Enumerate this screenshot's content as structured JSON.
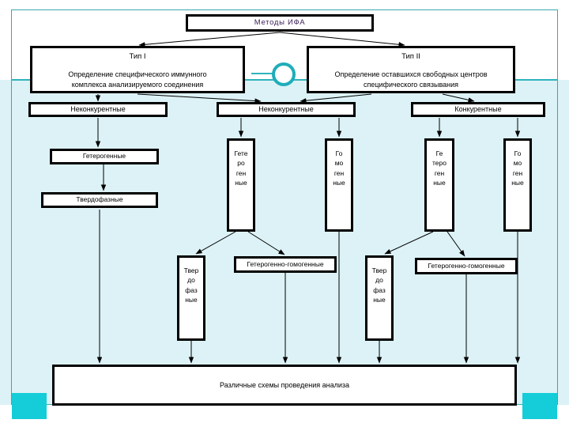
{
  "slide": {
    "title": "Методы  ИФА",
    "footer_box": "Различные схемы проведения анализа"
  },
  "types": {
    "type1": {
      "header": "Тип I",
      "line1": "Определение специфического иммунного",
      "line2": "комплекса анализируемого соединения"
    },
    "type2": {
      "header": "Тип II",
      "line1": "Определение оставшихся свободных центров",
      "line2": "специфического связывания"
    }
  },
  "level2": [
    {
      "label": "Неконкурентные"
    },
    {
      "label": "Неконкурентные"
    },
    {
      "label": "Конкурентные"
    }
  ],
  "branch_left": {
    "heterogeneous": "Гетерогенные",
    "solid_phase": "Твердофазные"
  },
  "columns": [
    {
      "lines": [
        "Гете",
        "ро",
        "ген",
        "ные"
      ]
    },
    {
      "lines": [
        "Го",
        "мо",
        "ген",
        "ные"
      ]
    },
    {
      "lines": [
        "Ге",
        "теро",
        "ген",
        "ные"
      ]
    },
    {
      "lines": [
        "Го",
        "мо",
        "ген",
        "ные"
      ]
    }
  ],
  "sub_boxes": {
    "solid_phase_stack_a": {
      "lines": [
        "Твер",
        "до",
        "фаз",
        "ные"
      ]
    },
    "solid_phase_stack_b": {
      "lines": [
        "Твер",
        "до",
        "фаз",
        "ные"
      ]
    },
    "het_homo_a": "Гетерогенно-гомогенные",
    "het_homo_b": "Гетерогенно-гомогенные"
  },
  "colors": {
    "background_body": "#dcf2f6",
    "frame_line": "#39a8ae",
    "accent_cyan": "#14cdd8",
    "ring": "#1fadb9",
    "title_text": "#3b1f57",
    "box_border": "#000000"
  }
}
